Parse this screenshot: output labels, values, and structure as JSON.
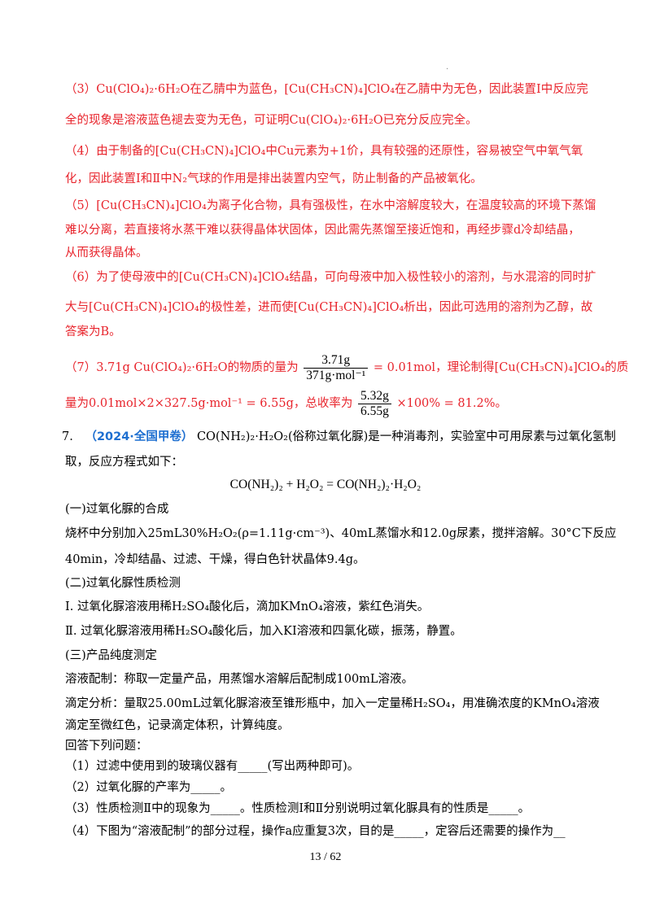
{
  "colors": {
    "answer": "#e8242c",
    "tag": "#1e6fd0",
    "text": "#000000"
  },
  "analysis": {
    "p3_l1": "（3）Cu(ClO₄)₂·6H₂O在乙腈中为蓝色，[Cu(CH₃CN)₄]ClO₄在乙腈中为无色，因此装置Ⅰ中反应完",
    "p3_l2": "全的现象是溶液蓝色褪去变为无色，可证明Cu(ClO₄)₂·6H₂O已充分反应完全。",
    "p4_l1": "（4）由于制备的[Cu(CH₃CN)₄]ClO₄中Cu元素为+1价，具有较强的还原性，容易被空气中氧气氧",
    "p4_l2": "化，因此装置Ⅰ和Ⅱ中N₂气球的作用是排出装置内空气，防止制备的产品被氧化。",
    "p5_l1": "（5）[Cu(CH₃CN)₄]ClO₄为离子化合物，具有强极性，在水中溶解度较大，在温度较高的环境下蒸馏",
    "p5_l2": "难以分离，若直接将水蒸干难以获得晶体状固体，因此需先蒸馏至接近饱和，再经步骤d冷却结晶，",
    "p5_l3": "从而获得晶体。",
    "p6_l1": "（6）为了使母液中的[Cu(CH₃CN)₄]ClO₄结晶，可向母液中加入极性较小的溶剂，与水混溶的同时扩",
    "p6_l2": "大与[Cu(CH₃CN)₄]ClO₄的极性差，进而使[Cu(CH₃CN)₄]ClO₄析出，因此可选用的溶剂为乙醇，故",
    "p6_l3": "答案为B。",
    "p7_a": "（7）3.71g Cu(ClO₄)₂·6H₂O的物质的量为",
    "p7_frac1_num": "3.71g",
    "p7_frac1_den": "371g·mol⁻¹",
    "p7_b": "= 0.01mol，理论制得[Cu(CH₃CN)₄]ClO₄的质",
    "p7_c": "量为0.01mol×2×327.5g·mol⁻¹ = 6.55g，总收率为",
    "p7_frac2_num": "5.32g",
    "p7_frac2_den": "6.55g",
    "p7_d": "×100% = 81.2%。"
  },
  "question": {
    "number": "7.",
    "source": "（2024·全国甲卷）",
    "intro_l1": "CO(NH₂)₂·H₂O₂(俗称过氧化脲)是一种消毒剂，实验室中可用尿素与过氧化氢制",
    "intro_l2": "取，反应方程式如下：",
    "equation": "CO(NH₂)₂ + H₂O₂ = CO(NH₂)₂·H₂O₂",
    "s1_title": "(一)过氧化脲的合成",
    "s1_l1": "烧杯中分别加入25mL30%H₂O₂(ρ=1.11g·cm⁻³)、40mL蒸馏水和12.0g尿素，搅拌溶解。30°C下反应",
    "s1_l2": "40min，冷却结晶、过滤、干燥，得白色针状晶体9.4g。",
    "s2_title": "(二)过氧化脲性质检测",
    "s2_i": "Ⅰ. 过氧化脲溶液用稀H₂SO₄酸化后，滴加KMnO₄溶液，紫红色消失。",
    "s2_ii": "Ⅱ. 过氧化脲溶液用稀H₂SO₄酸化后，加入KI溶液和四氯化碳，振荡，静置。",
    "s3_title": "(三)产品纯度测定",
    "s3_l1": "溶液配制：称取一定量产品，用蒸馏水溶解后配制成100mL溶液。",
    "s3_l2": "滴定分析：量取25.00mL过氧化脲溶液至锥形瓶中，加入一定量稀H₂SO₄，用准确浓度的KMnO₄溶液",
    "s3_l3": "滴定至微红色，记录滴定体积，计算纯度。",
    "ask": "回答下列问题：",
    "q1": "（1）过滤中使用到的玻璃仪器有_____(写出两种即可)。",
    "q2": "（2）过氧化脲的产率为_____。",
    "q3": "（3）性质检测Ⅱ中的现象为_____。性质检测Ⅰ和Ⅱ分别说明过氧化脲具有的性质是_____。",
    "q4": "（4）下图为“溶液配制”的部分过程，操作a应重复3次，目的是_____，定容后还需要的操作为__"
  },
  "footer": {
    "page": "13 / 62"
  }
}
